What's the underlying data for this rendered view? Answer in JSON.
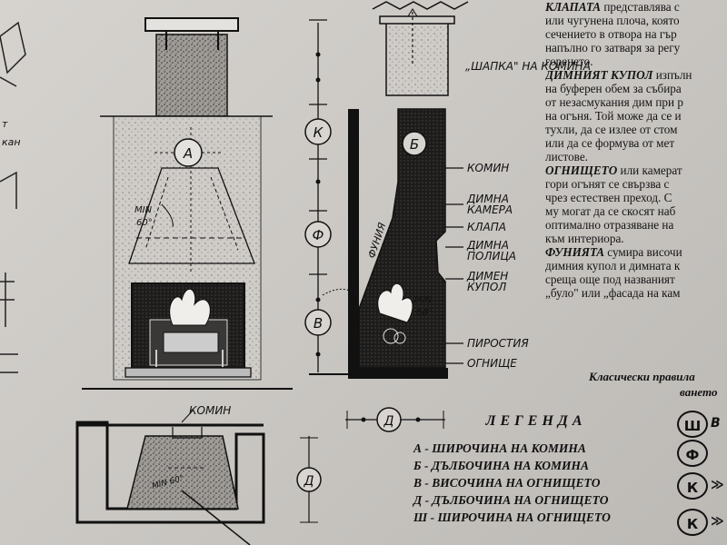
{
  "drawing": {
    "dimension_letters": {
      "a": "А",
      "k": "К",
      "f": "Ф",
      "v": "В",
      "b": "Б",
      "d": "Д",
      "sh": "Ш"
    },
    "angle_label_front": "MIN\n60°",
    "angle_label_side": "MIN\n60°",
    "angle_label_plan": "MIN 60°",
    "chimney_cap_label": "„ШАПКА\" НА КОМИНА",
    "funnel_label": "ФУНИЯ",
    "plan_label": "КОМИН",
    "side_labels": [
      "КОМИН",
      "ДИМНА КАМЕРА",
      "КЛАПА",
      "ДИМНА ПОЛИЦА",
      "ДИМЕН КУПОЛ",
      "ПИРОСТИЯ",
      "ОГНИЩЕ"
    ]
  },
  "right_text": {
    "lines": [
      {
        "lead": "КЛАПАТА",
        "text": " представлява с"
      },
      {
        "lead": "",
        "text": "или чугунена плоча, която"
      },
      {
        "lead": "",
        "text": "сечението в отвора на гър"
      },
      {
        "lead": "",
        "text": "напълно го затваря за регу"
      },
      {
        "lead": "",
        "text": "горенето."
      },
      {
        "lead": "ДИМНИЯТ КУПОЛ",
        "text": " изпълн"
      },
      {
        "lead": "",
        "text": "на буферен обем за събира"
      },
      {
        "lead": "",
        "text": "от незасмукания дим при р"
      },
      {
        "lead": "",
        "text": "на огъня. Той може да се и"
      },
      {
        "lead": "",
        "text": "тухли, да се излее от стом"
      },
      {
        "lead": "",
        "text": "или да се формува от мет"
      },
      {
        "lead": "",
        "text": "листове."
      },
      {
        "lead": "ОГНИЩЕТО",
        "text": " или камерат"
      },
      {
        "lead": "",
        "text": "гори огънят се свързва с"
      },
      {
        "lead": "",
        "text": "чрез естествен преход. С"
      },
      {
        "lead": "",
        "text": "му могат да се скосят наб"
      },
      {
        "lead": "",
        "text": "оптимално отразяване на"
      },
      {
        "lead": "",
        "text": "към интериора."
      },
      {
        "lead": "ФУНИЯТА",
        "text": " сумира височи"
      },
      {
        "lead": "",
        "text": "димния купол и димната к"
      },
      {
        "lead": "",
        "text": "среща още под названият"
      },
      {
        "lead": "",
        "text": "„було\" или „фасада на кам"
      }
    ]
  },
  "classic": {
    "line1": "Класически правила",
    "line2": "ването"
  },
  "legend": {
    "title": "ЛЕГЕНДА",
    "items": [
      {
        "key": "А",
        "text": " - ШИРОЧИНА НА КОМИНА"
      },
      {
        "key": "Б",
        "text": " - ДЪЛБОЧИНА НА КОМИНА"
      },
      {
        "key": "В",
        "text": " - ВИСОЧИНА НА ОГНИЩЕТО"
      },
      {
        "key": "Д",
        "text": " - ДЪЛБОЧИНА НА ОГНИЩЕТО"
      },
      {
        "key": "Ш",
        "text": " - ШИРОЧИНА НА ОГНИЩЕТО"
      }
    ]
  },
  "right_symbols": [
    {
      "letter": "Ш",
      "suffix": "В"
    },
    {
      "letter": "Ф",
      "suffix": ""
    },
    {
      "letter": "К",
      "suffix": "≫"
    },
    {
      "letter": "К",
      "suffix": "≫"
    }
  ]
}
